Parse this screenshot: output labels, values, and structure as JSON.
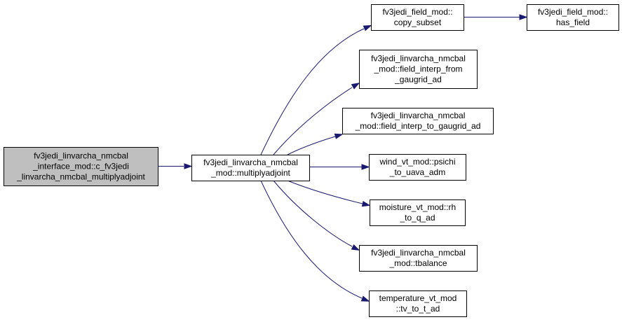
{
  "colors": {
    "root_fill": "#bfbfbf",
    "node_fill": "#ffffff",
    "edge": "#191970",
    "border": "#000000"
  },
  "nodes": [
    {
      "id": "root",
      "lines": [
        "fv3jedi_linvarcha_nmcbal",
        "_interface_mod::c_fv3jedi",
        "_linvarcha_nmcbal_multiplyadjoint"
      ],
      "highlight": true
    },
    {
      "id": "mult",
      "lines": [
        "fv3jedi_linvarcha_nmcbal",
        "_mod::multiplyadjoint"
      ]
    },
    {
      "id": "copy",
      "lines": [
        "fv3jedi_field_mod::",
        "copy_subset"
      ]
    },
    {
      "id": "has",
      "lines": [
        "fv3jedi_field_mod::",
        "has_field"
      ]
    },
    {
      "id": "from",
      "lines": [
        "fv3jedi_linvarcha_nmcbal",
        "_mod::field_interp_from",
        "_gaugrid_ad"
      ]
    },
    {
      "id": "to",
      "lines": [
        "fv3jedi_linvarcha_nmcbal",
        "_mod::field_interp_to_gaugrid_ad"
      ]
    },
    {
      "id": "psichi",
      "lines": [
        "wind_vt_mod::psichi",
        "_to_uava_adm"
      ]
    },
    {
      "id": "rh",
      "lines": [
        "moisture_vt_mod::rh",
        "_to_q_ad"
      ]
    },
    {
      "id": "tbal",
      "lines": [
        "fv3jedi_linvarcha_nmcbal",
        "_mod::tbalance"
      ]
    },
    {
      "id": "tv",
      "lines": [
        "temperature_vt_mod",
        "::tv_to_t_ad"
      ]
    }
  ],
  "edges": [
    {
      "from": "root",
      "to": "mult"
    },
    {
      "from": "mult",
      "to": "copy"
    },
    {
      "from": "mult",
      "to": "from"
    },
    {
      "from": "mult",
      "to": "to"
    },
    {
      "from": "mult",
      "to": "psichi"
    },
    {
      "from": "mult",
      "to": "rh"
    },
    {
      "from": "mult",
      "to": "tbal"
    },
    {
      "from": "mult",
      "to": "tv"
    },
    {
      "from": "copy",
      "to": "has"
    }
  ]
}
